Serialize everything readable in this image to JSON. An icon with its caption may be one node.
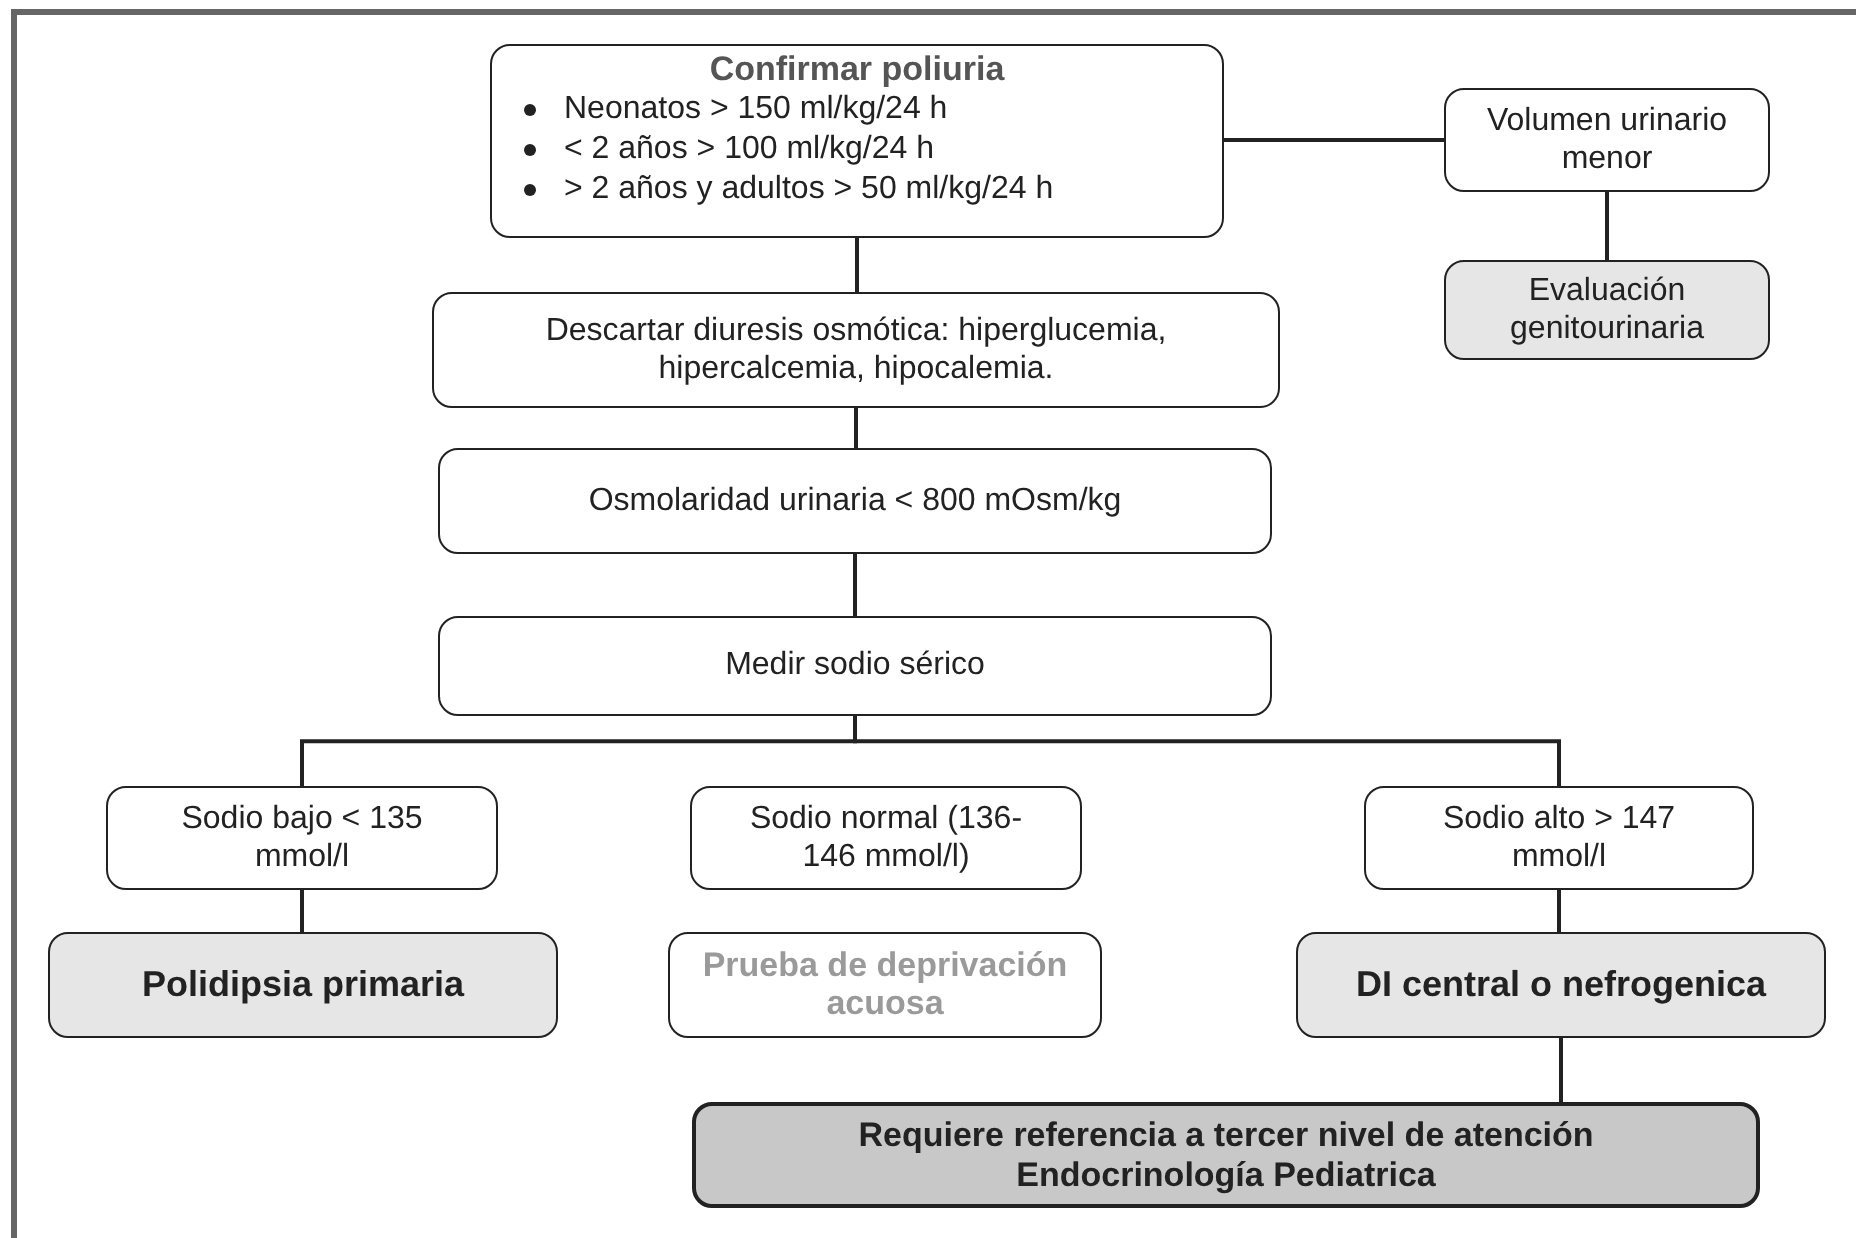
{
  "diagram": {
    "nodes": [
      {
        "text": [
          "Confirmar poliuria",
          "Neonatos > 150 ml/kg/24 h",
          "< 2 años > 100 ml/kg/24 h",
          "> 2 años y adultos > 50 ml/kg/24 h"
        ]
      },
      {
        "text": [
          "Volumen urinario menor"
        ]
      },
      {
        "text": [
          "Evaluación genitourinaria"
        ]
      },
      {
        "text": [
          "Descartar diuresis osmótica: hiperglucemia, hipercalcemia, hipocalemia."
        ]
      },
      {
        "text": [
          "Osmolaridad urinaria < 800 mOsm/kg"
        ]
      },
      {
        "text": [
          "Medir sodio sérico"
        ]
      },
      {
        "text": [
          "Sodio bajo < 135 mmol/l"
        ]
      },
      {
        "text": [
          "Sodio normal (136-146 mmol/l)"
        ]
      },
      {
        "text": [
          "Sodio alto > 147 mmol/l"
        ]
      },
      {
        "text": [
          "Polidipsia primaria"
        ]
      },
      {
        "text": [
          "Prueba de deprivación acuosa"
        ]
      },
      {
        "text": [
          "DI central o nefrogenica"
        ]
      },
      {
        "text": [
          "Requiere referencia a tercer nivel de atención",
          "Endocrinología Pediatrica"
        ]
      }
    ],
    "edges": [
      {
        "from": 0,
        "to": 1,
        "arrow": "none"
      },
      {
        "from": 1,
        "to": 2,
        "arrow": "none"
      },
      {
        "from": 0,
        "to": 3,
        "arrow": "none"
      },
      {
        "from": 3,
        "to": 4,
        "arrow": "none"
      },
      {
        "from": 4,
        "to": 5,
        "arrow": "none"
      },
      {
        "from": 5,
        "to": 6,
        "arrow": "none"
      },
      {
        "from": 5,
        "to": 8,
        "arrow": "none"
      },
      {
        "from": 6,
        "to": 9,
        "arrow": "none"
      },
      {
        "from": 8,
        "to": 11,
        "arrow": "none"
      },
      {
        "from": 11,
        "to": 12,
        "arrow": "none"
      }
    ]
  }
}
